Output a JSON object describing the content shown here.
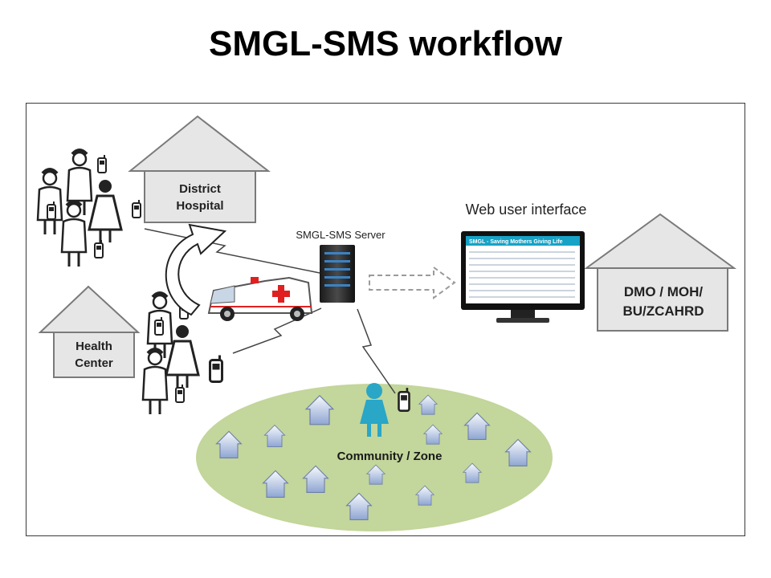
{
  "title": "SMGL-SMS workflow",
  "labels": {
    "district_hospital_line1": "District",
    "district_hospital_line2": "Hospital",
    "health_center_line1": "Health",
    "health_center_line2": "Center",
    "dmo_line1": "DMO / MOH/",
    "dmo_line2": "BU/ZCAHRD",
    "server": "SMGL-SMS Server",
    "web_ui": "Web user interface",
    "monitor_banner": "SMGL - Saving Mothers Giving Life",
    "community": "Community / Zone"
  },
  "colors": {
    "house_fill": "#e6e6e6",
    "house_stroke": "#7a7a7a",
    "community_fill": "#c3d69b",
    "banner": "#17a2c6",
    "ambulance_cross": "#e02020",
    "woman_teal": "#2aa6c7"
  },
  "icons": [
    "people-group-icon",
    "ambulance-icon",
    "server-icon",
    "monitor-icon",
    "mobile-phone-icon",
    "woman-icon",
    "small-house-icon",
    "curved-arrow-icon",
    "dashed-arrow-icon",
    "lightning-link-icon"
  ]
}
